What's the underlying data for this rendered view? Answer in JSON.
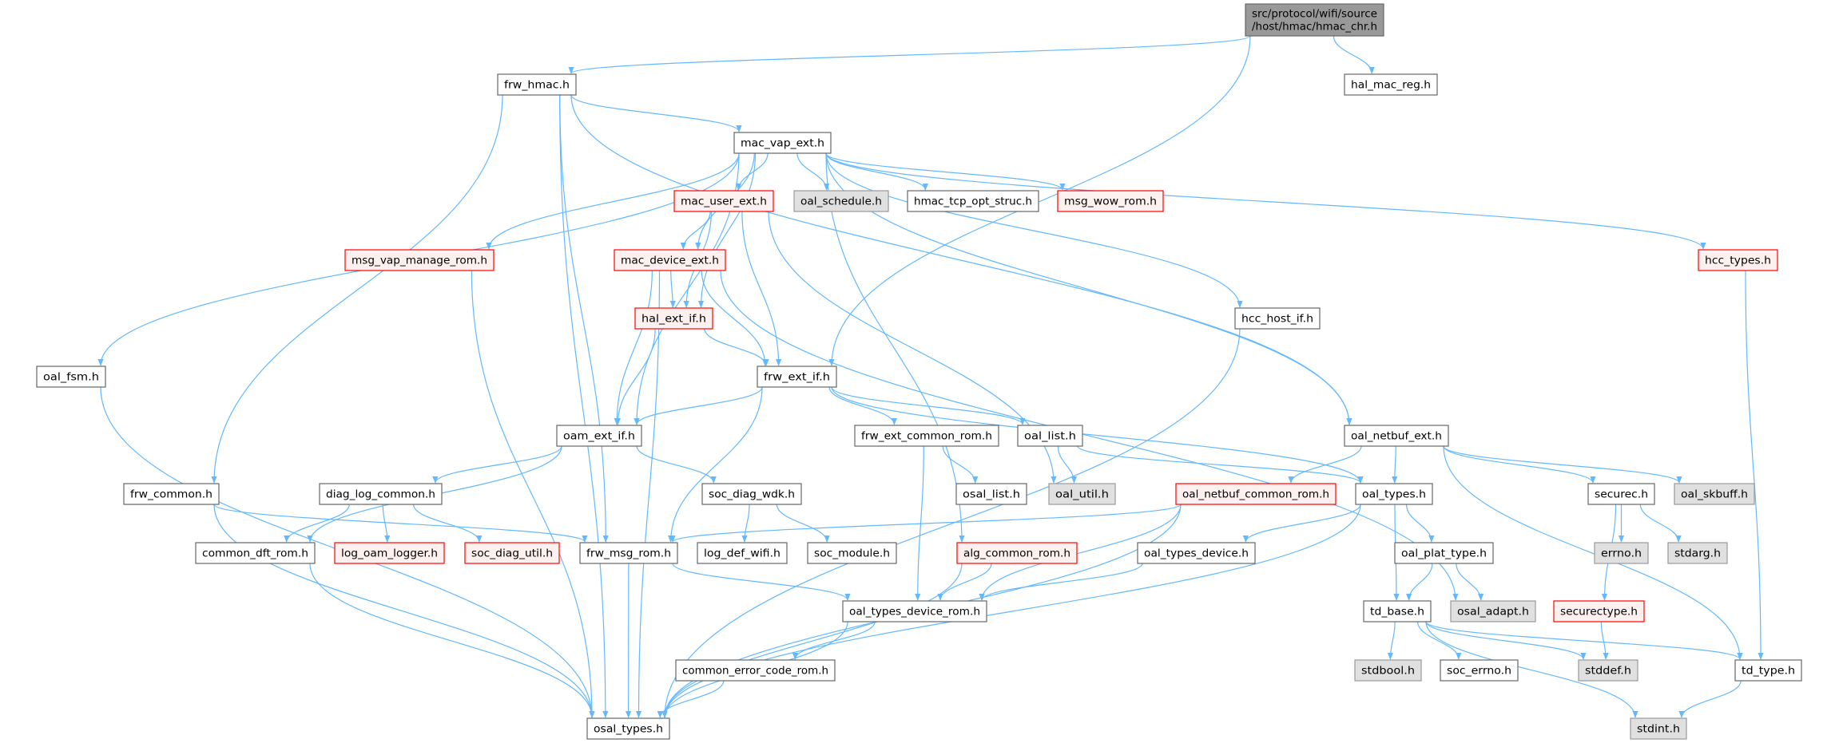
{
  "colors": {
    "edge": "#63b8ff",
    "root_fill": "#999999",
    "red_border": "#ff0000",
    "gray_fill": "#e0e0e0"
  },
  "nodes": [
    {
      "id": "root",
      "label": [
        "src/protocol/wifi/source",
        "/host/hmac/hmac_chr.h"
      ],
      "style": "root"
    },
    {
      "id": "frw_hmac",
      "label": [
        "frw_hmac.h"
      ],
      "style": "normal"
    },
    {
      "id": "hal_mac_reg",
      "label": [
        "hal_mac_reg.h"
      ],
      "style": "normal"
    },
    {
      "id": "mac_vap_ext",
      "label": [
        "mac_vap_ext.h"
      ],
      "style": "normal"
    },
    {
      "id": "mac_user_ext",
      "label": [
        "mac_user_ext.h"
      ],
      "style": "red"
    },
    {
      "id": "oal_schedule",
      "label": [
        "oal_schedule.h"
      ],
      "style": "gray"
    },
    {
      "id": "hmac_tcp_opt_struc",
      "label": [
        "hmac_tcp_opt_struc.h"
      ],
      "style": "normal"
    },
    {
      "id": "msg_wow_rom",
      "label": [
        "msg_wow_rom.h"
      ],
      "style": "red"
    },
    {
      "id": "hcc_types",
      "label": [
        "hcc_types.h"
      ],
      "style": "red"
    },
    {
      "id": "msg_vap_manage_rom",
      "label": [
        "msg_vap_manage_rom.h"
      ],
      "style": "red"
    },
    {
      "id": "mac_device_ext",
      "label": [
        "mac_device_ext.h"
      ],
      "style": "red"
    },
    {
      "id": "hal_ext_if",
      "label": [
        "hal_ext_if.h"
      ],
      "style": "red"
    },
    {
      "id": "hcc_host_if",
      "label": [
        "hcc_host_if.h"
      ],
      "style": "normal"
    },
    {
      "id": "oal_fsm",
      "label": [
        "oal_fsm.h"
      ],
      "style": "normal"
    },
    {
      "id": "frw_ext_if",
      "label": [
        "frw_ext_if.h"
      ],
      "style": "normal"
    },
    {
      "id": "oam_ext_if",
      "label": [
        "oam_ext_if.h"
      ],
      "style": "normal"
    },
    {
      "id": "frw_ext_common_rom",
      "label": [
        "frw_ext_common_rom.h"
      ],
      "style": "normal"
    },
    {
      "id": "oal_list",
      "label": [
        "oal_list.h"
      ],
      "style": "normal"
    },
    {
      "id": "oal_netbuf_ext",
      "label": [
        "oal_netbuf_ext.h"
      ],
      "style": "normal"
    },
    {
      "id": "frw_common",
      "label": [
        "frw_common.h"
      ],
      "style": "normal"
    },
    {
      "id": "diag_log_common",
      "label": [
        "diag_log_common.h"
      ],
      "style": "normal"
    },
    {
      "id": "soc_diag_wdk",
      "label": [
        "soc_diag_wdk.h"
      ],
      "style": "normal"
    },
    {
      "id": "osal_list",
      "label": [
        "osal_list.h"
      ],
      "style": "normal"
    },
    {
      "id": "oal_util",
      "label": [
        "oal_util.h"
      ],
      "style": "gray"
    },
    {
      "id": "oal_netbuf_common_rom",
      "label": [
        "oal_netbuf_common_rom.h"
      ],
      "style": "red"
    },
    {
      "id": "oal_types",
      "label": [
        "oal_types.h"
      ],
      "style": "normal"
    },
    {
      "id": "securec",
      "label": [
        "securec.h"
      ],
      "style": "normal"
    },
    {
      "id": "oal_skbuff",
      "label": [
        "oal_skbuff.h"
      ],
      "style": "gray"
    },
    {
      "id": "common_dft_rom",
      "label": [
        "common_dft_rom.h"
      ],
      "style": "normal"
    },
    {
      "id": "log_oam_logger",
      "label": [
        "log_oam_logger.h"
      ],
      "style": "red"
    },
    {
      "id": "soc_diag_util",
      "label": [
        "soc_diag_util.h"
      ],
      "style": "red"
    },
    {
      "id": "frw_msg_rom",
      "label": [
        "frw_msg_rom.h"
      ],
      "style": "normal"
    },
    {
      "id": "log_def_wifi",
      "label": [
        "log_def_wifi.h"
      ],
      "style": "normal"
    },
    {
      "id": "soc_module",
      "label": [
        "soc_module.h"
      ],
      "style": "normal"
    },
    {
      "id": "alg_common_rom",
      "label": [
        "alg_common_rom.h"
      ],
      "style": "red"
    },
    {
      "id": "oal_types_device",
      "label": [
        "oal_types_device.h"
      ],
      "style": "normal"
    },
    {
      "id": "oal_plat_type",
      "label": [
        "oal_plat_type.h"
      ],
      "style": "normal"
    },
    {
      "id": "errno",
      "label": [
        "errno.h"
      ],
      "style": "gray"
    },
    {
      "id": "stdarg",
      "label": [
        "stdarg.h"
      ],
      "style": "gray"
    },
    {
      "id": "oal_types_device_rom",
      "label": [
        "oal_types_device_rom.h"
      ],
      "style": "normal"
    },
    {
      "id": "td_base",
      "label": [
        "td_base.h"
      ],
      "style": "normal"
    },
    {
      "id": "osal_adapt",
      "label": [
        "osal_adapt.h"
      ],
      "style": "gray"
    },
    {
      "id": "securectype",
      "label": [
        "securectype.h"
      ],
      "style": "red"
    },
    {
      "id": "common_error_code_rom",
      "label": [
        "common_error_code_rom.h"
      ],
      "style": "normal"
    },
    {
      "id": "stdbool",
      "label": [
        "stdbool.h"
      ],
      "style": "gray"
    },
    {
      "id": "soc_errno",
      "label": [
        "soc_errno.h"
      ],
      "style": "normal"
    },
    {
      "id": "stddef",
      "label": [
        "stddef.h"
      ],
      "style": "gray"
    },
    {
      "id": "td_type",
      "label": [
        "td_type.h"
      ],
      "style": "normal"
    },
    {
      "id": "osal_types",
      "label": [
        "osal_types.h"
      ],
      "style": "normal"
    },
    {
      "id": "stdint",
      "label": [
        "stdint.h"
      ],
      "style": "gray"
    }
  ],
  "edges": [
    [
      "root",
      "frw_hmac"
    ],
    [
      "root",
      "frw_ext_if"
    ],
    [
      "root",
      "hal_mac_reg"
    ],
    [
      "frw_hmac",
      "osal_types"
    ],
    [
      "frw_hmac",
      "frw_common"
    ],
    [
      "frw_hmac",
      "frw_msg_rom"
    ],
    [
      "frw_hmac",
      "mac_vap_ext"
    ],
    [
      "frw_hmac",
      "oal_netbuf_ext"
    ],
    [
      "mac_vap_ext",
      "oal_fsm"
    ],
    [
      "mac_vap_ext",
      "msg_vap_manage_rom"
    ],
    [
      "mac_vap_ext",
      "oam_ext_if"
    ],
    [
      "mac_vap_ext",
      "hal_ext_if"
    ],
    [
      "mac_vap_ext",
      "mac_device_ext"
    ],
    [
      "mac_vap_ext",
      "mac_user_ext"
    ],
    [
      "mac_vap_ext",
      "oal_schedule"
    ],
    [
      "mac_vap_ext",
      "hmac_tcp_opt_struc"
    ],
    [
      "mac_vap_ext",
      "msg_wow_rom"
    ],
    [
      "mac_vap_ext",
      "alg_common_rom"
    ],
    [
      "mac_vap_ext",
      "hcc_host_if"
    ],
    [
      "mac_vap_ext",
      "oal_netbuf_ext"
    ],
    [
      "mac_vap_ext",
      "hcc_types"
    ],
    [
      "mac_user_ext",
      "mac_device_ext"
    ],
    [
      "mac_user_ext",
      "hal_ext_if"
    ],
    [
      "mac_user_ext",
      "frw_ext_if"
    ],
    [
      "mac_user_ext",
      "oal_util"
    ],
    [
      "mac_device_ext",
      "hal_ext_if"
    ],
    [
      "mac_device_ext",
      "frw_ext_if"
    ],
    [
      "mac_device_ext",
      "oam_ext_if"
    ],
    [
      "mac_device_ext",
      "osal_types"
    ],
    [
      "mac_device_ext",
      "osal_adapt"
    ],
    [
      "hal_ext_if",
      "frw_ext_if"
    ],
    [
      "hal_ext_if",
      "oam_ext_if"
    ],
    [
      "msg_vap_manage_rom",
      "osal_types"
    ],
    [
      "hcc_host_if",
      "osal_types"
    ],
    [
      "hcc_types",
      "td_type"
    ],
    [
      "oal_fsm",
      "osal_types"
    ],
    [
      "frw_ext_if",
      "oam_ext_if"
    ],
    [
      "frw_ext_if",
      "frw_msg_rom"
    ],
    [
      "frw_ext_if",
      "frw_ext_common_rom"
    ],
    [
      "frw_ext_if",
      "oal_list"
    ],
    [
      "frw_ext_if",
      "oal_types"
    ],
    [
      "oam_ext_if",
      "common_dft_rom"
    ],
    [
      "oam_ext_if",
      "diag_log_common"
    ],
    [
      "oam_ext_if",
      "soc_diag_wdk"
    ],
    [
      "frw_common",
      "frw_msg_rom"
    ],
    [
      "frw_common",
      "osal_types"
    ],
    [
      "diag_log_common",
      "common_dft_rom"
    ],
    [
      "diag_log_common",
      "log_oam_logger"
    ],
    [
      "diag_log_common",
      "soc_diag_util"
    ],
    [
      "soc_diag_wdk",
      "log_def_wifi"
    ],
    [
      "soc_diag_wdk",
      "soc_module"
    ],
    [
      "common_dft_rom",
      "osal_types"
    ],
    [
      "frw_msg_rom",
      "osal_types"
    ],
    [
      "frw_msg_rom",
      "oal_types_device_rom"
    ],
    [
      "frw_ext_common_rom",
      "osal_list"
    ],
    [
      "frw_ext_common_rom",
      "oal_types_device_rom"
    ],
    [
      "oal_list",
      "oal_util"
    ],
    [
      "oal_list",
      "oal_types"
    ],
    [
      "oal_netbuf_ext",
      "oal_netbuf_common_rom"
    ],
    [
      "oal_netbuf_ext",
      "oal_types"
    ],
    [
      "oal_netbuf_ext",
      "securec"
    ],
    [
      "oal_netbuf_ext",
      "oal_skbuff"
    ],
    [
      "oal_netbuf_ext",
      "td_type"
    ],
    [
      "oal_netbuf_common_rom",
      "frw_msg_rom"
    ],
    [
      "oal_netbuf_common_rom",
      "oal_types_device_rom"
    ],
    [
      "oal_netbuf_common_rom",
      "osal_types"
    ],
    [
      "oal_types",
      "oal_types_device"
    ],
    [
      "oal_types",
      "oal_plat_type"
    ],
    [
      "oal_types",
      "td_base"
    ],
    [
      "oal_types",
      "osal_types"
    ],
    [
      "alg_common_rom",
      "oal_types_device_rom"
    ],
    [
      "alg_common_rom",
      "osal_types"
    ],
    [
      "oal_types_device",
      "oal_types_device_rom"
    ],
    [
      "oal_types_device_rom",
      "common_error_code_rom"
    ],
    [
      "oal_types_device_rom",
      "osal_types"
    ],
    [
      "common_error_code_rom",
      "osal_types"
    ],
    [
      "oal_plat_type",
      "td_base"
    ],
    [
      "oal_plat_type",
      "osal_adapt"
    ],
    [
      "securec",
      "errno"
    ],
    [
      "securec",
      "stdarg"
    ],
    [
      "securec",
      "securectype"
    ],
    [
      "securectype",
      "stddef"
    ],
    [
      "td_base",
      "stdbool"
    ],
    [
      "td_base",
      "soc_errno"
    ],
    [
      "td_base",
      "stddef"
    ],
    [
      "td_base",
      "td_type"
    ],
    [
      "td_base",
      "stdint"
    ],
    [
      "td_type",
      "stdint"
    ]
  ]
}
